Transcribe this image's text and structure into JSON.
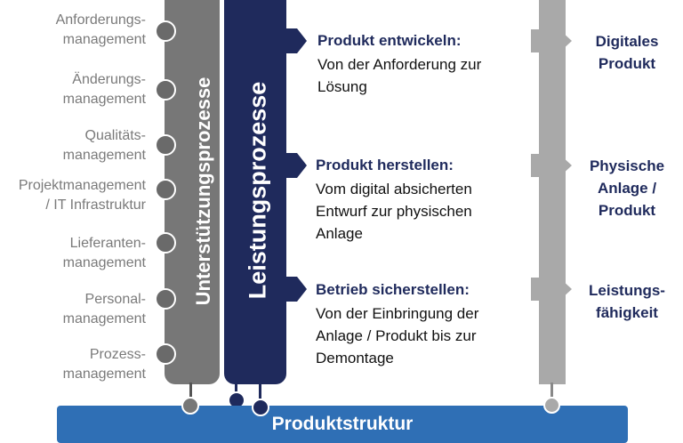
{
  "support_items": [
    {
      "label": "Anforderungs-\nmanagement"
    },
    {
      "label": "Änderungs-\nmanagement"
    },
    {
      "label": "Qualitäts-\nmanagement"
    },
    {
      "label": "Projektmanagement\n/ IT Infrastruktur"
    },
    {
      "label": "Lieferanten-\nmanagement"
    },
    {
      "label": "Personal-\nmanagement"
    },
    {
      "label": "Prozess-\nmanagement"
    }
  ],
  "support_column_title": "Unterstützungsprozesse",
  "performance_column_title": "Leistungsprozesse",
  "steps": [
    {
      "heading": "Produkt entwickeln:",
      "text": "Von der Anforderung zur\nLösung",
      "output": "Digitales\nProdukt"
    },
    {
      "heading": "Produkt herstellen:",
      "text": "Vom digital absicherten\nEntwurf zur physischen\nAnlage",
      "output": "Physische\nAnlage /\nProdukt"
    },
    {
      "heading": "Betrieb sicherstellen:",
      "text": "Von der Einbringung der\nAnlage / Produkt  bis zur\nDemontage",
      "output": "Leistungs-\nfähigkeit"
    }
  ],
  "bottom_bar_label": "Produktstruktur",
  "colors": {
    "dark_blue": "#1f2a5c",
    "support_gray": "#777777",
    "output_gray": "#a9a9a9",
    "bar_blue": "#2f6fb5"
  }
}
